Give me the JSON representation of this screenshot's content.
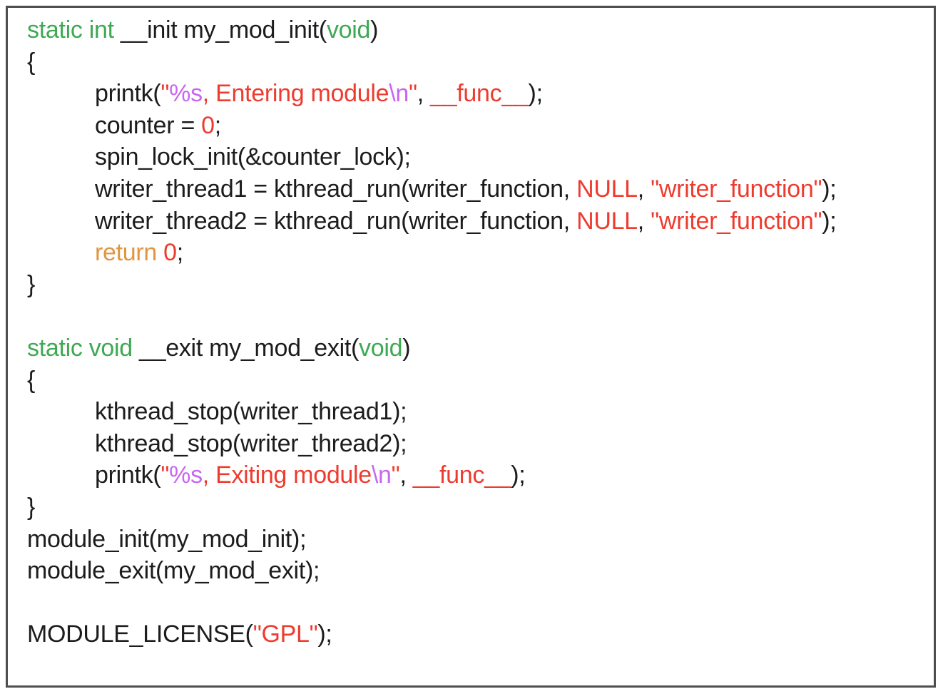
{
  "palette": {
    "plain": "#1c1c1c",
    "keyword": "#3EA952",
    "string": "#EE3B2F",
    "format": "#C766F0",
    "control": "#E1953F"
  },
  "frame": {
    "border_color": "#4e4e4e",
    "background": "#ffffff"
  },
  "code": {
    "language": "c",
    "lines": [
      {
        "indent": false,
        "segments": [
          {
            "t": "static int ",
            "c": "keyword"
          },
          {
            "t": "__init my_mod_init(",
            "c": "plain"
          },
          {
            "t": "void",
            "c": "keyword"
          },
          {
            "t": ")",
            "c": "plain"
          }
        ]
      },
      {
        "indent": false,
        "segments": [
          {
            "t": "{",
            "c": "plain"
          }
        ]
      },
      {
        "indent": true,
        "segments": [
          {
            "t": "printk(",
            "c": "plain"
          },
          {
            "t": "\"",
            "c": "string"
          },
          {
            "t": "%s",
            "c": "format"
          },
          {
            "t": ", Entering module",
            "c": "string"
          },
          {
            "t": "\\n",
            "c": "format"
          },
          {
            "t": "\"",
            "c": "string"
          },
          {
            "t": ", ",
            "c": "plain"
          },
          {
            "t": "__func__",
            "c": "string"
          },
          {
            "t": ");",
            "c": "plain"
          }
        ]
      },
      {
        "indent": true,
        "segments": [
          {
            "t": "counter = ",
            "c": "plain"
          },
          {
            "t": "0",
            "c": "string"
          },
          {
            "t": ";",
            "c": "plain"
          }
        ]
      },
      {
        "indent": true,
        "segments": [
          {
            "t": "spin_lock_init(&counter_lock);",
            "c": "plain"
          }
        ]
      },
      {
        "indent": true,
        "segments": [
          {
            "t": "writer_thread1 = kthread_run(writer_function, ",
            "c": "plain"
          },
          {
            "t": "NULL",
            "c": "string"
          },
          {
            "t": ", ",
            "c": "plain"
          },
          {
            "t": "\"writer_function\"",
            "c": "string"
          },
          {
            "t": ");",
            "c": "plain"
          }
        ]
      },
      {
        "indent": true,
        "segments": [
          {
            "t": "writer_thread2 = kthread_run(writer_function, ",
            "c": "plain"
          },
          {
            "t": "NULL",
            "c": "string"
          },
          {
            "t": ", ",
            "c": "plain"
          },
          {
            "t": "\"writer_function\"",
            "c": "string"
          },
          {
            "t": ");",
            "c": "plain"
          }
        ]
      },
      {
        "indent": true,
        "segments": [
          {
            "t": "return ",
            "c": "control"
          },
          {
            "t": "0",
            "c": "string"
          },
          {
            "t": ";",
            "c": "plain"
          }
        ]
      },
      {
        "indent": false,
        "segments": [
          {
            "t": "}",
            "c": "plain"
          }
        ]
      },
      {
        "indent": false,
        "segments": []
      },
      {
        "indent": false,
        "segments": [
          {
            "t": "static void ",
            "c": "keyword"
          },
          {
            "t": "__exit my_mod_exit(",
            "c": "plain"
          },
          {
            "t": "void",
            "c": "keyword"
          },
          {
            "t": ")",
            "c": "plain"
          }
        ]
      },
      {
        "indent": false,
        "segments": [
          {
            "t": "{",
            "c": "plain"
          }
        ]
      },
      {
        "indent": true,
        "segments": [
          {
            "t": "kthread_stop(writer_thread1);",
            "c": "plain"
          }
        ]
      },
      {
        "indent": true,
        "segments": [
          {
            "t": "kthread_stop(writer_thread2);",
            "c": "plain"
          }
        ]
      },
      {
        "indent": true,
        "segments": [
          {
            "t": "printk(",
            "c": "plain"
          },
          {
            "t": "\"",
            "c": "string"
          },
          {
            "t": "%s",
            "c": "format"
          },
          {
            "t": ", Exiting module",
            "c": "string"
          },
          {
            "t": "\\n",
            "c": "format"
          },
          {
            "t": "\"",
            "c": "string"
          },
          {
            "t": ", ",
            "c": "plain"
          },
          {
            "t": "__func__",
            "c": "string"
          },
          {
            "t": ");",
            "c": "plain"
          }
        ]
      },
      {
        "indent": false,
        "segments": [
          {
            "t": "}",
            "c": "plain"
          }
        ]
      },
      {
        "indent": false,
        "segments": [
          {
            "t": "module_init(my_mod_init);",
            "c": "plain"
          }
        ]
      },
      {
        "indent": false,
        "segments": [
          {
            "t": "module_exit(my_mod_exit);",
            "c": "plain"
          }
        ]
      },
      {
        "indent": false,
        "segments": []
      },
      {
        "indent": false,
        "segments": [
          {
            "t": "MODULE_LICENSE(",
            "c": "plain"
          },
          {
            "t": "\"GPL\"",
            "c": "string"
          },
          {
            "t": ");",
            "c": "plain"
          }
        ]
      }
    ]
  }
}
